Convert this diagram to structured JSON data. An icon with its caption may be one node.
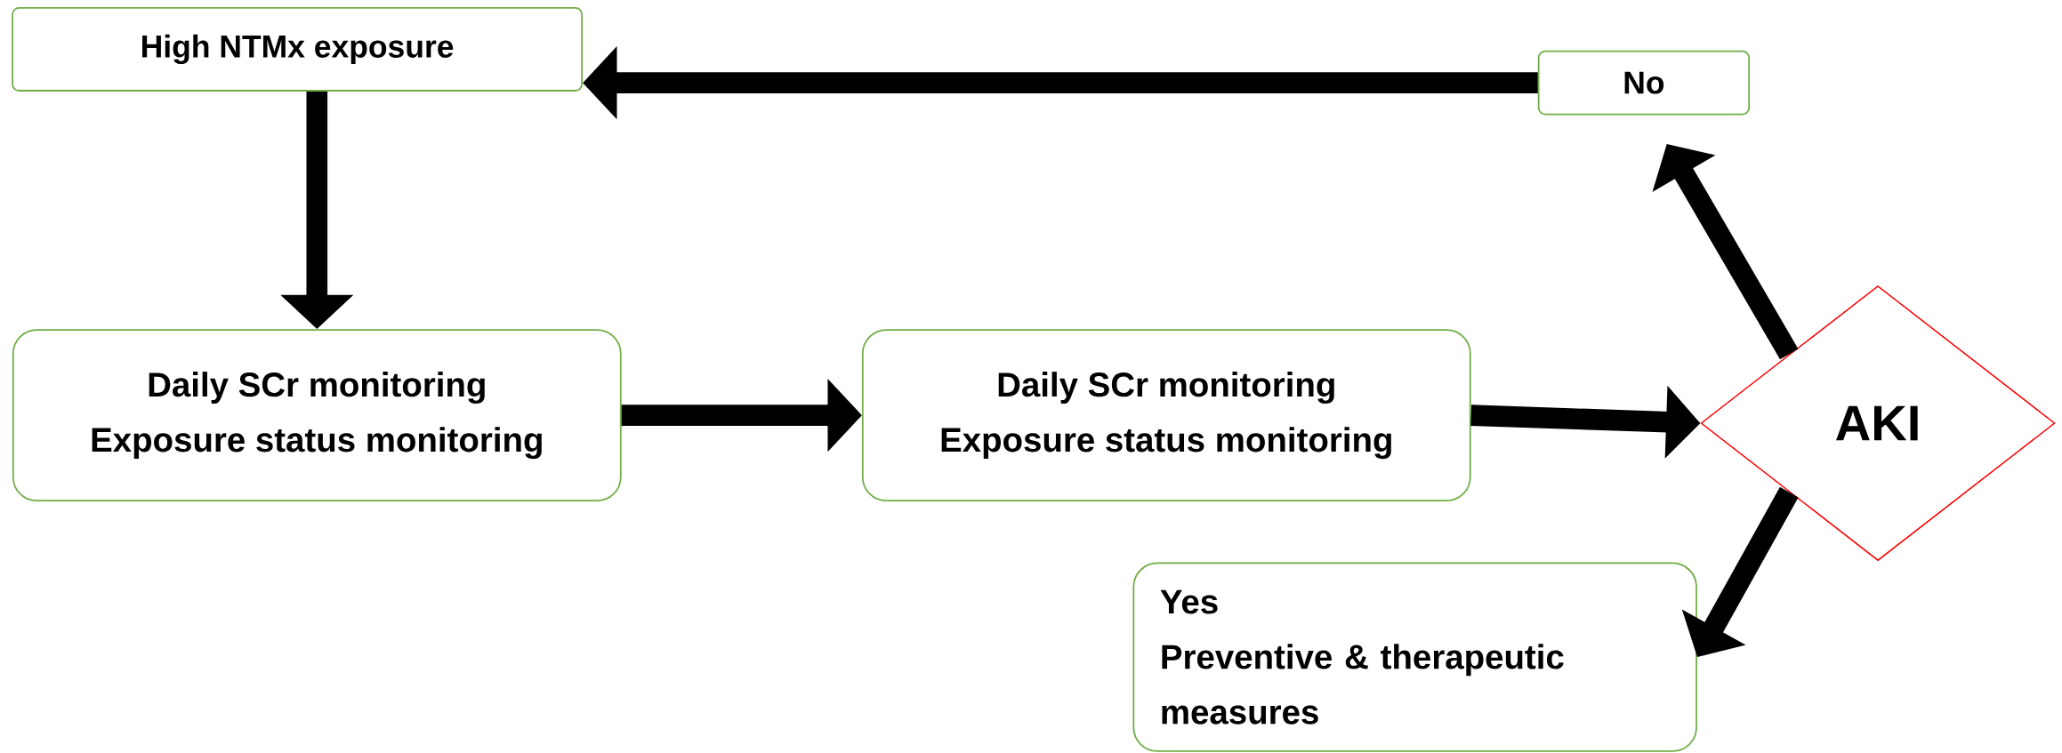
{
  "diagram": {
    "nodes": [
      {
        "text": [
          "High NTMx exposure"
        ]
      },
      {
        "text": [
          "No"
        ]
      },
      {
        "text": [
          "Daily SCr monitoring",
          "Exposure status monitoring"
        ]
      },
      {
        "text": [
          "Daily SCr monitoring",
          "Exposure status monitoring"
        ]
      },
      {
        "text": [
          "AKI"
        ]
      },
      {
        "text": [
          "Yes",
          "Preventive & therapeutic measures"
        ]
      }
    ],
    "edges": [
      {
        "from": 0,
        "to": 2,
        "arrow": "to"
      },
      {
        "from": 2,
        "to": 3,
        "arrow": "to"
      },
      {
        "from": 3,
        "to": 4,
        "arrow": "to"
      },
      {
        "from": 4,
        "to": 1,
        "arrow": "to"
      },
      {
        "from": 1,
        "to": 0,
        "arrow": "to"
      },
      {
        "from": 4,
        "to": 5,
        "arrow": "to"
      }
    ]
  }
}
